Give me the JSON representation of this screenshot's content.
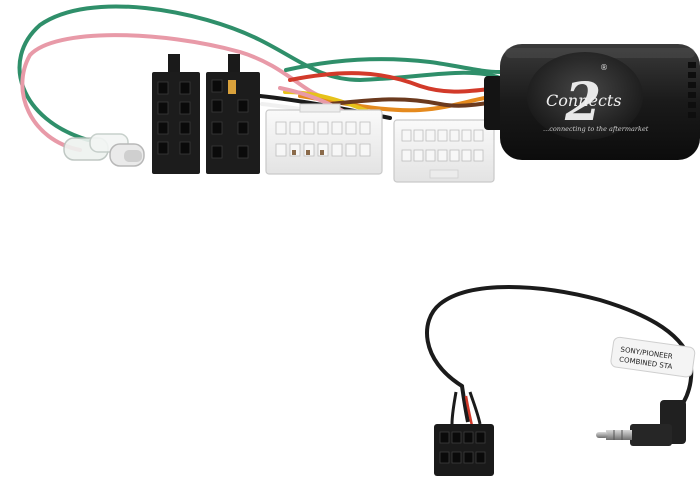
{
  "photo": {
    "logo": {
      "numeral": "2",
      "wordmark": "Connects",
      "tagline": "...connecting to the aftermarket",
      "registered": "®"
    },
    "cable_label": {
      "line1": "SONY/PIONEER",
      "line2": "COMBINED STA"
    },
    "wire_colors": {
      "green": "#2f8f6a",
      "pink": "#e89aa8",
      "red": "#d23a2a",
      "orange": "#e58a1e",
      "yellow": "#e6c21a",
      "brown": "#6b3a1e",
      "white": "#f2f2f2",
      "black": "#1b1b1b"
    }
  }
}
